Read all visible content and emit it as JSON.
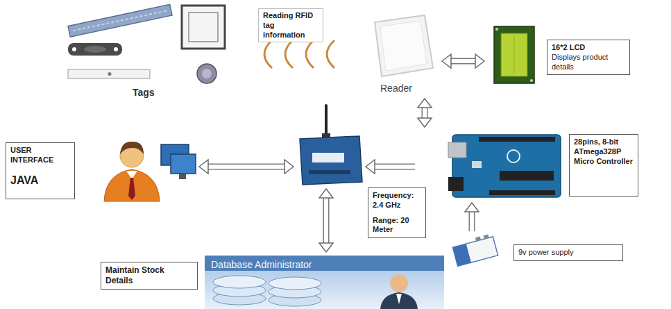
{
  "diagram": {
    "nodes": [
      {
        "text": [
          "Tags"
        ]
      },
      {
        "text": [
          "Reader"
        ]
      },
      {
        "text": [
          "16*2 LCD",
          "Displays product details"
        ]
      },
      {
        "text": [
          "USER INTERFACE",
          "JAVA"
        ]
      },
      {
        "text": [
          "Frequency: 2.4 GHz",
          "Range: 20 Meter"
        ]
      },
      {
        "text": [
          "28pins, 8-bit ATmega328P Micro Controller"
        ]
      },
      {
        "text": [
          "9v power supply"
        ]
      },
      {
        "text": [
          "Maintain Stock Details",
          "Database Administrator"
        ]
      }
    ],
    "edges": [
      {
        "from": 1,
        "to": 2,
        "arrow": "both"
      },
      {
        "from": 1,
        "to": 5,
        "arrow": "both"
      },
      {
        "from": 5,
        "to": 4,
        "arrow": "to"
      },
      {
        "from": 4,
        "to": 3,
        "arrow": "both"
      },
      {
        "from": 4,
        "to": 7,
        "arrow": "both"
      },
      {
        "from": 6,
        "to": 5,
        "arrow": "to"
      }
    ],
    "labels": [
      "Reading RFID tag information"
    ]
  }
}
